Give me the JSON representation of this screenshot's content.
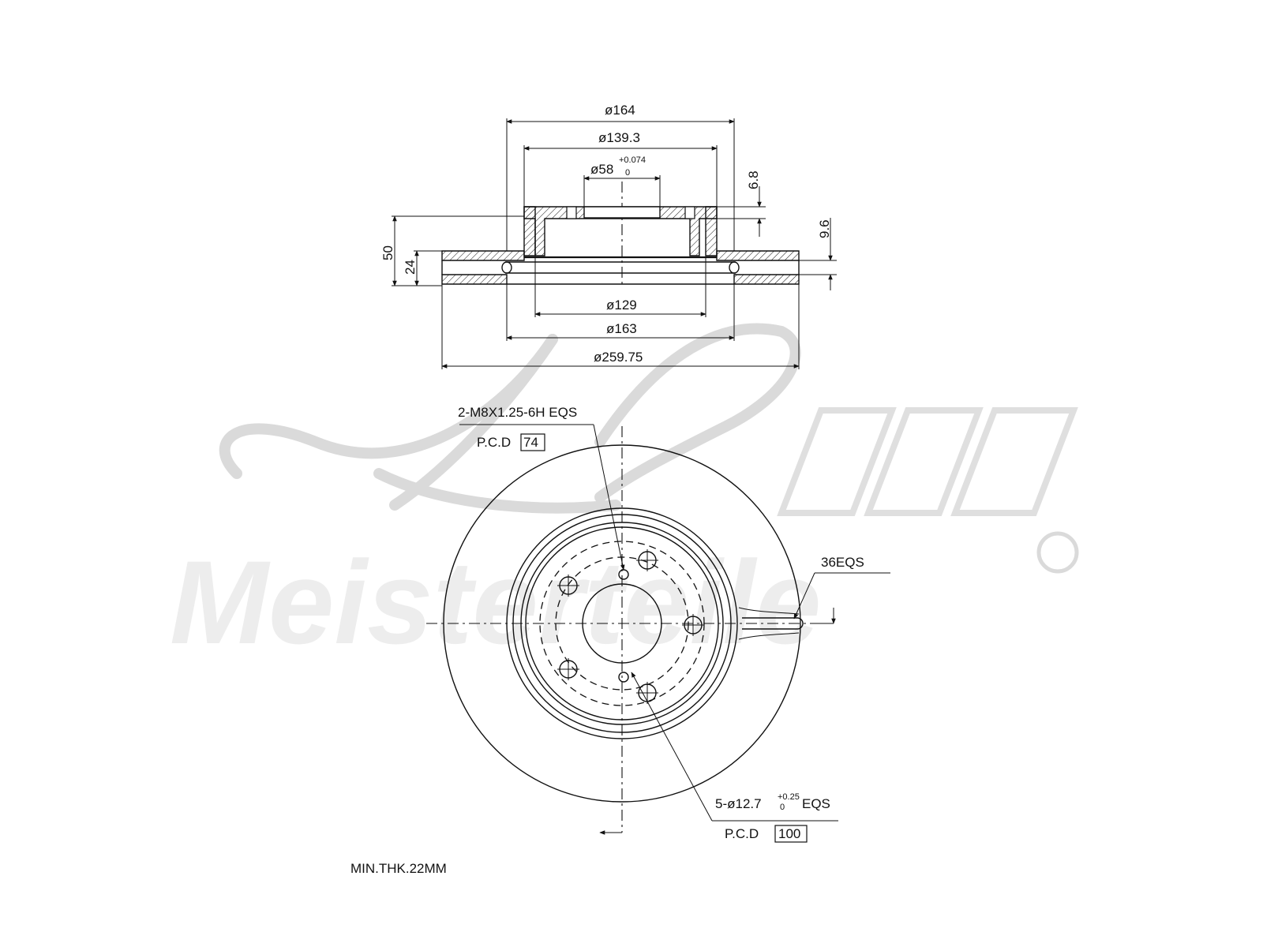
{
  "section_view": {
    "dims": {
      "d_164": "ø164",
      "d_139": "ø139.3",
      "d_58": "ø58",
      "d_58_tol_upper": "+0.074",
      "d_58_tol_lower": "0",
      "h_6_8": "6.8",
      "h_9_6": "9.6",
      "h_50": "50",
      "h_24": "24",
      "d_129": "ø129",
      "d_163": "ø163",
      "d_259": "ø259.75"
    }
  },
  "plan_view": {
    "thread_holes": "2-M8X1.25-6H EQS",
    "thread_pcd_label": "P.C.D",
    "thread_pcd_value": "74",
    "vents": "36EQS",
    "bolt_holes_prefix": "5-ø12.7",
    "bolt_holes_tol_upper": "+0.25",
    "bolt_holes_tol_lower": "0",
    "bolt_holes_suffix": "EQS",
    "bolt_pcd_label": "P.C.D",
    "bolt_pcd_value": "100"
  },
  "notes": {
    "min_thickness": "MIN.THK.22MM"
  },
  "watermark": {
    "brand_logo": "A.L.",
    "brand_name": "Meisterteile"
  },
  "colors": {
    "ink": "#111111",
    "watermark": "#d6d6d6"
  }
}
